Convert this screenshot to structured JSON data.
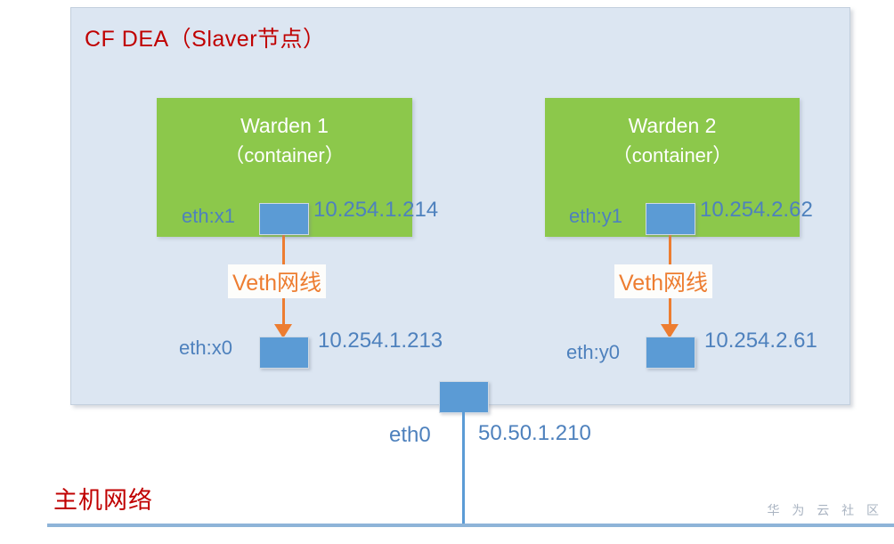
{
  "diagram": {
    "title": "CF DEA（Slaver节点）",
    "host_network_title": "主机网络",
    "watermark": "华 为 云 社 区",
    "colors": {
      "panel_bg": "#dce6f2",
      "container_green": "#8cc84b",
      "nic_blue": "#5b9bd5",
      "veth_orange": "#ed7d31",
      "title_red": "#c00000",
      "text_blue": "#4e81bd"
    },
    "containers": [
      {
        "name": "Warden 1",
        "subtitle": "（container）",
        "inner_iface": "eth:x1",
        "inner_ip": "10.254.1.214",
        "outer_iface": "eth:x0",
        "outer_ip": "10.254.1.213",
        "link_label": "Veth网线"
      },
      {
        "name": "Warden 2",
        "subtitle": "（container）",
        "inner_iface": "eth:y1",
        "inner_ip": "10.254.2.62",
        "outer_iface": "eth:y0",
        "outer_ip": "10.254.2.61",
        "link_label": "Veth网线"
      }
    ],
    "uplink": {
      "iface": "eth0",
      "ip": "50.50.1.210"
    }
  }
}
